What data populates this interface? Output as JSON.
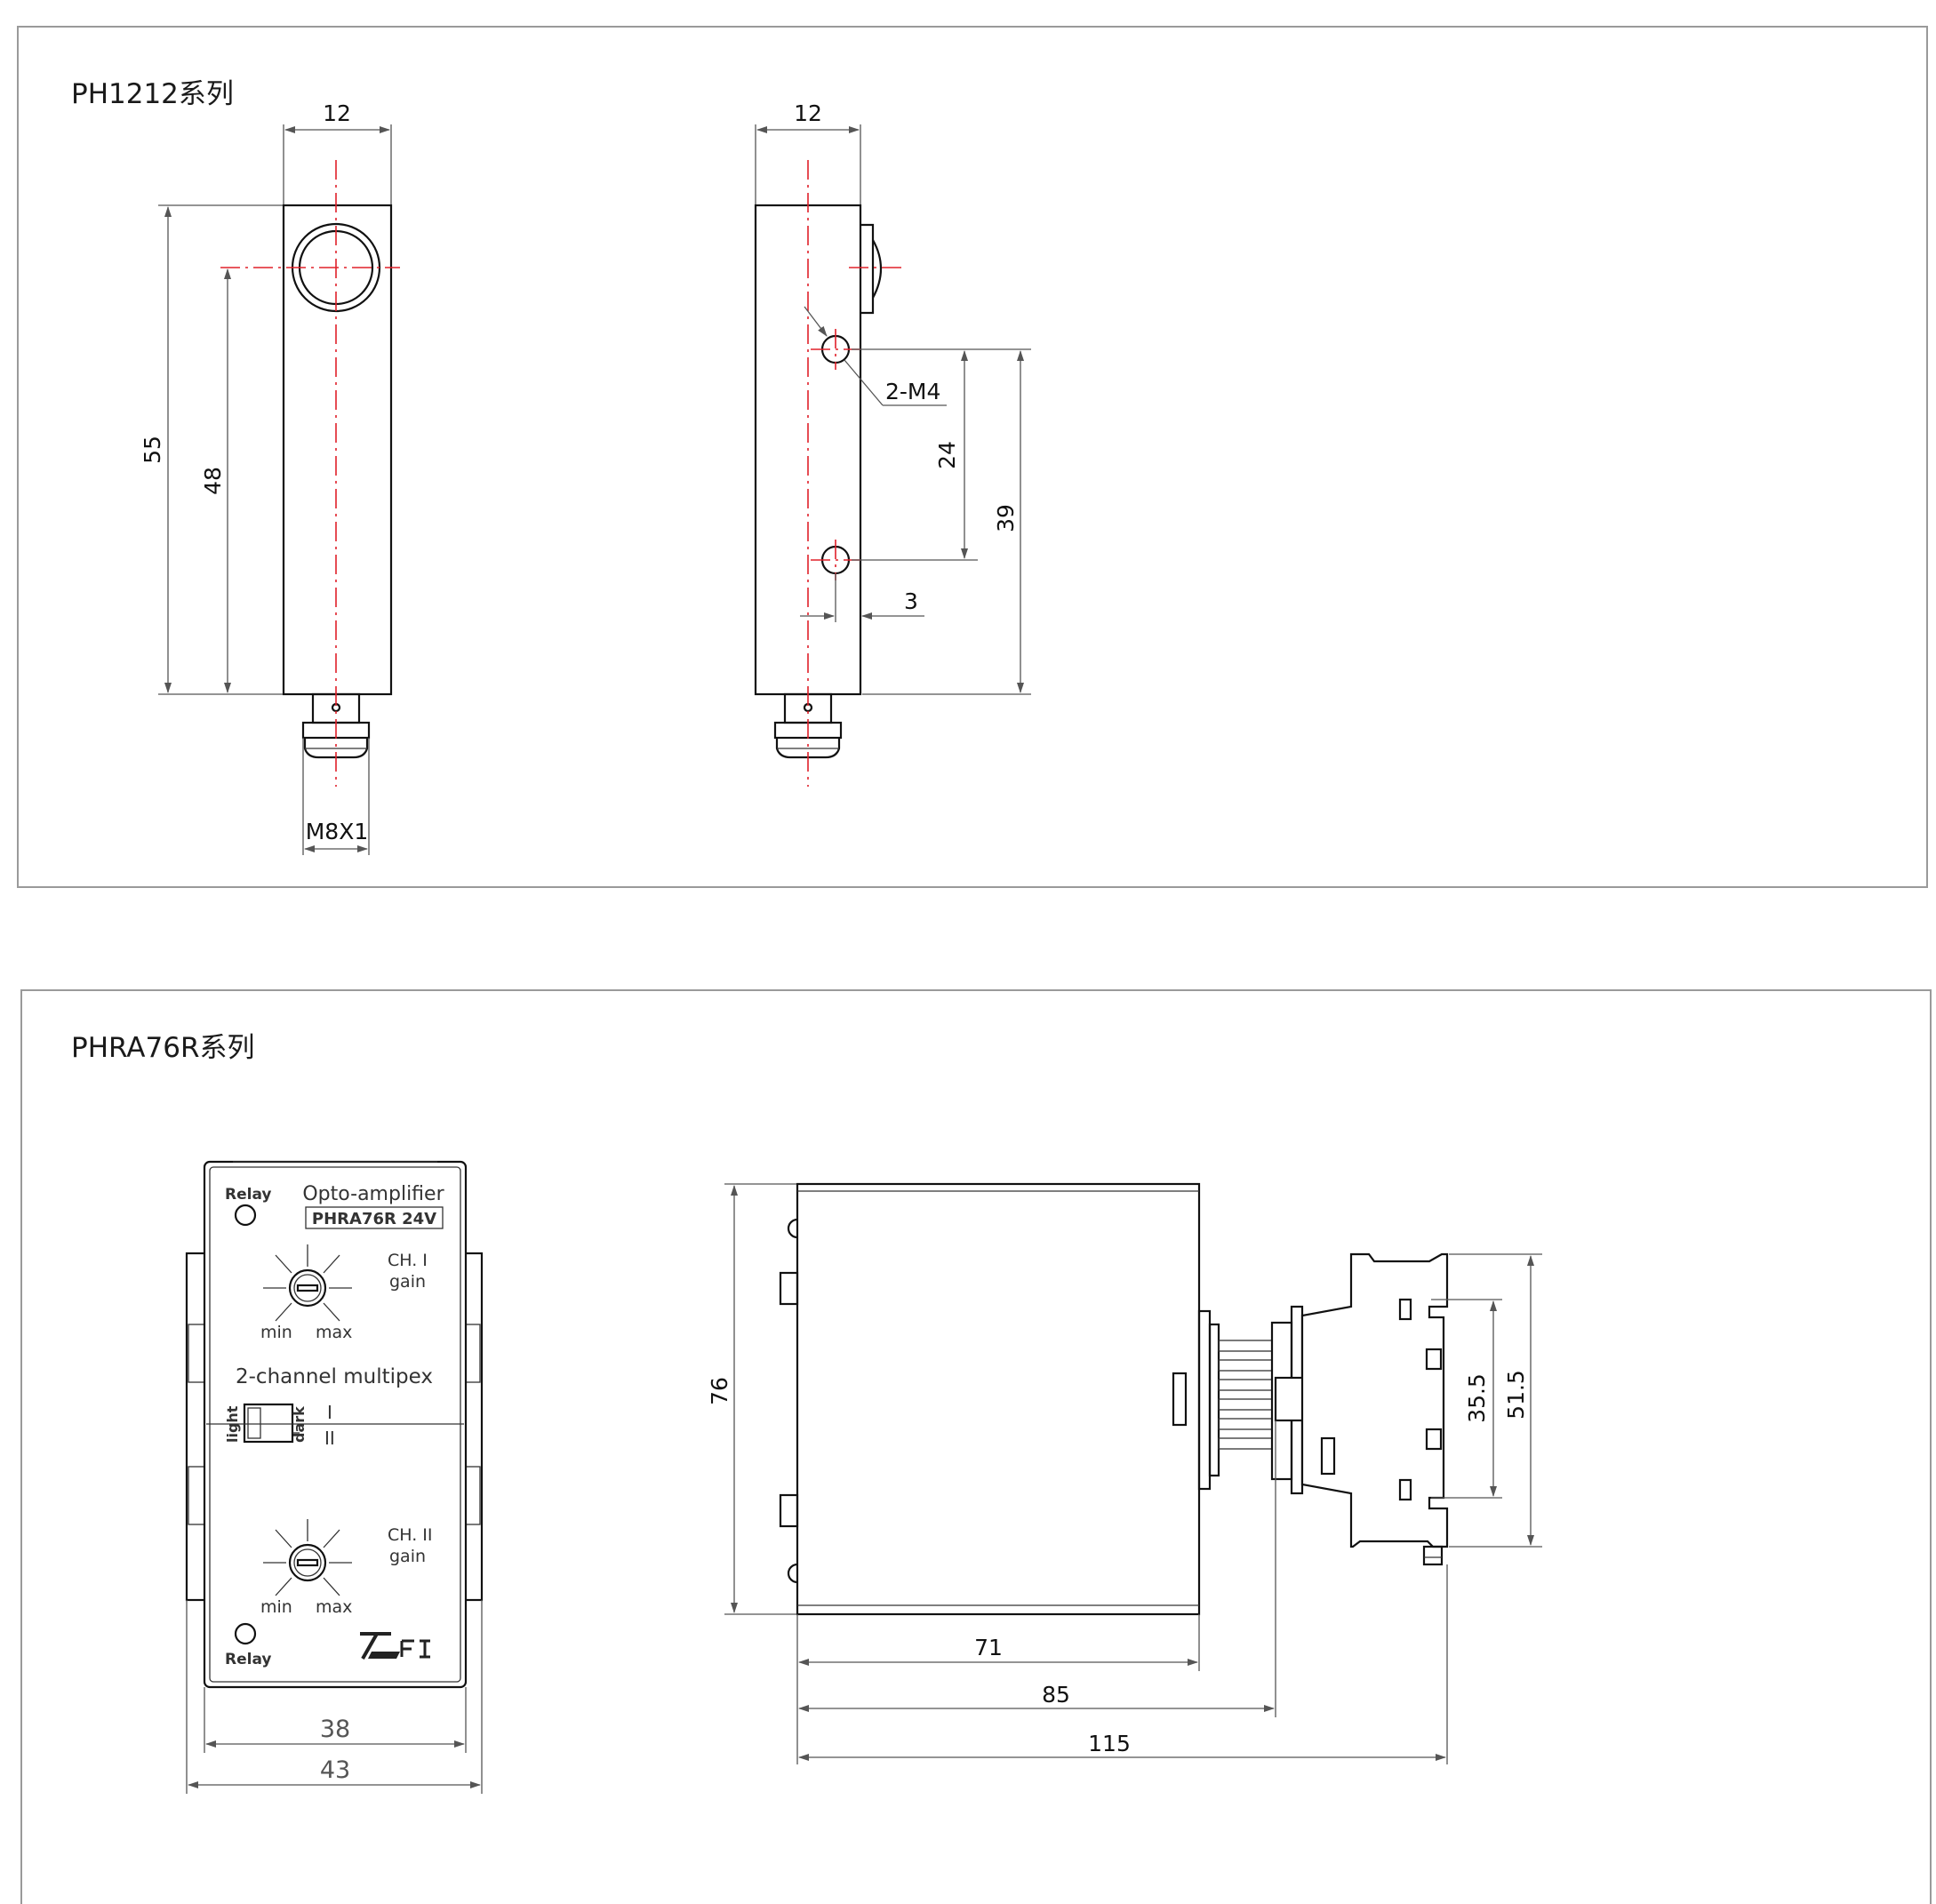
{
  "section1": {
    "title": "PH1212系列",
    "dims": {
      "front_width": "12",
      "side_width": "12",
      "total_height": "55",
      "lens_offset": "48",
      "holes": "2-M4",
      "hole_spacing": "24",
      "hole_to_bottom": "39",
      "hole_edge": "3",
      "thread": "M8X1"
    }
  },
  "section2": {
    "title": "PHRA76R系列",
    "panel": {
      "relay_top": "Relay",
      "brand": "Opto-amplifier",
      "model": "PHRA76R 24V",
      "ch1": "CH. I",
      "gain1": "gain",
      "min1": "min",
      "max1": "max",
      "mode": "2-channel multipex",
      "light": "light",
      "dark": "dark",
      "ch_i": "I",
      "ch_ii": "II",
      "ch2": "CH. II",
      "gain2": "gain",
      "min2": "min",
      "max2": "max",
      "relay_bottom": "Relay"
    },
    "dims": {
      "inner_width": "38",
      "outer_width": "43",
      "height": "76",
      "body_depth": "71",
      "with_socket": "85",
      "total_depth": "115",
      "rail_inner": "35.5",
      "rail_outer": "51.5"
    }
  }
}
